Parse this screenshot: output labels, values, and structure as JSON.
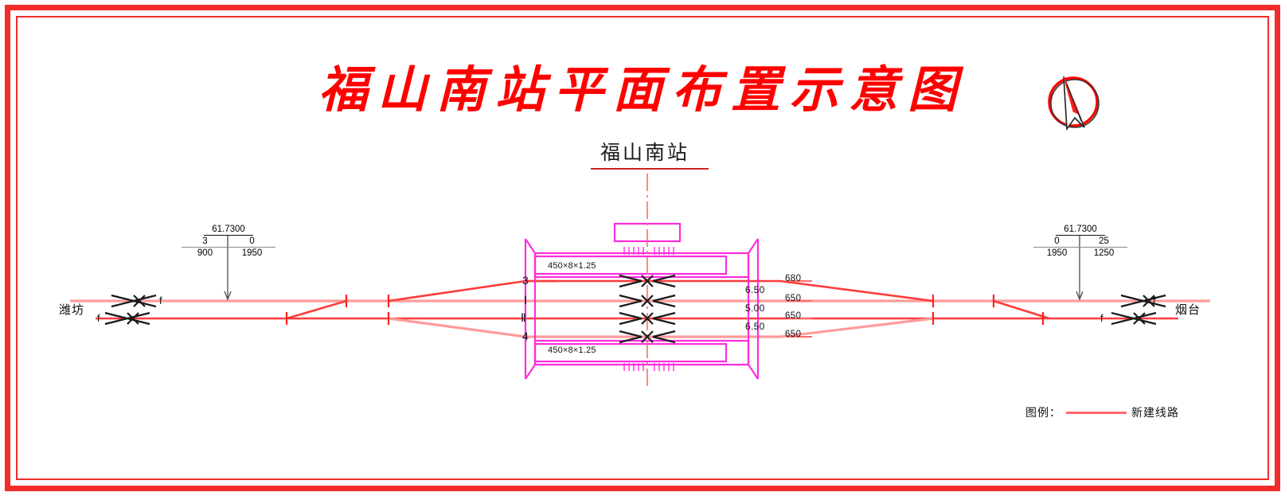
{
  "document": {
    "title": "福山南站平面布置示意图",
    "station_label": "福山南站"
  },
  "compass": {
    "icon": "north-arrow-compass-icon"
  },
  "endpoints": {
    "left": "潍坊",
    "right": "烟台"
  },
  "mileage_left": {
    "value": "61.7300",
    "left_top": "3",
    "right_top": "0",
    "left_bottom": "900",
    "right_bottom": "1950"
  },
  "mileage_right": {
    "value": "61.7300",
    "left_top": "0",
    "right_top": "25",
    "left_bottom": "1950",
    "right_bottom": "1250"
  },
  "tracks": [
    {
      "id": "3",
      "name": "track-3"
    },
    {
      "id": "Ⅰ",
      "name": "track-I"
    },
    {
      "id": "Ⅱ",
      "name": "track-II"
    },
    {
      "id": "4",
      "name": "track-4"
    }
  ],
  "platforms": [
    {
      "label": "450×8×1.25",
      "position": "upper"
    },
    {
      "label": "450×8×1.25",
      "position": "lower"
    }
  ],
  "spacings": [
    "6.50",
    "5.00",
    "6.50"
  ],
  "distances": [
    "680",
    "650",
    "650",
    "650"
  ],
  "legend": {
    "title": "图例：",
    "entry": "新建线路"
  },
  "colors": {
    "frame": "#f42b2b",
    "title": "#ff0000",
    "track_new": "#ff3b3b",
    "track_light": "#ff9b9b",
    "platform": "#ff2ddd",
    "text": "#111111"
  }
}
